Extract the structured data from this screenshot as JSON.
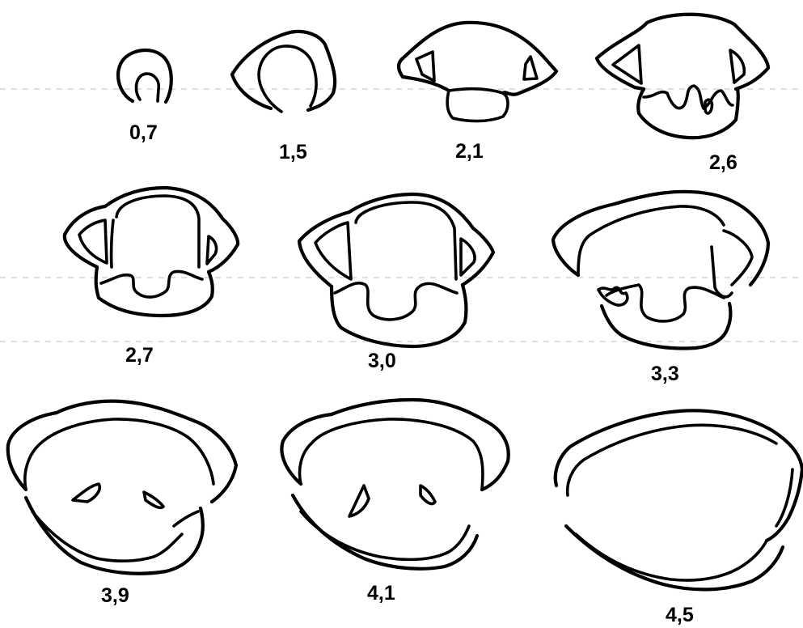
{
  "figure": {
    "stages": [
      {
        "id": "s07",
        "label": "0,7"
      },
      {
        "id": "s15",
        "label": "1,5"
      },
      {
        "id": "s21",
        "label": "2,1"
      },
      {
        "id": "s26",
        "label": "2,6"
      },
      {
        "id": "s27",
        "label": "2,7"
      },
      {
        "id": "s30",
        "label": "3,0"
      },
      {
        "id": "s33",
        "label": "3,3"
      },
      {
        "id": "s39",
        "label": "3,9"
      },
      {
        "id": "s41",
        "label": "4,1"
      },
      {
        "id": "s45",
        "label": "4,5"
      }
    ]
  }
}
